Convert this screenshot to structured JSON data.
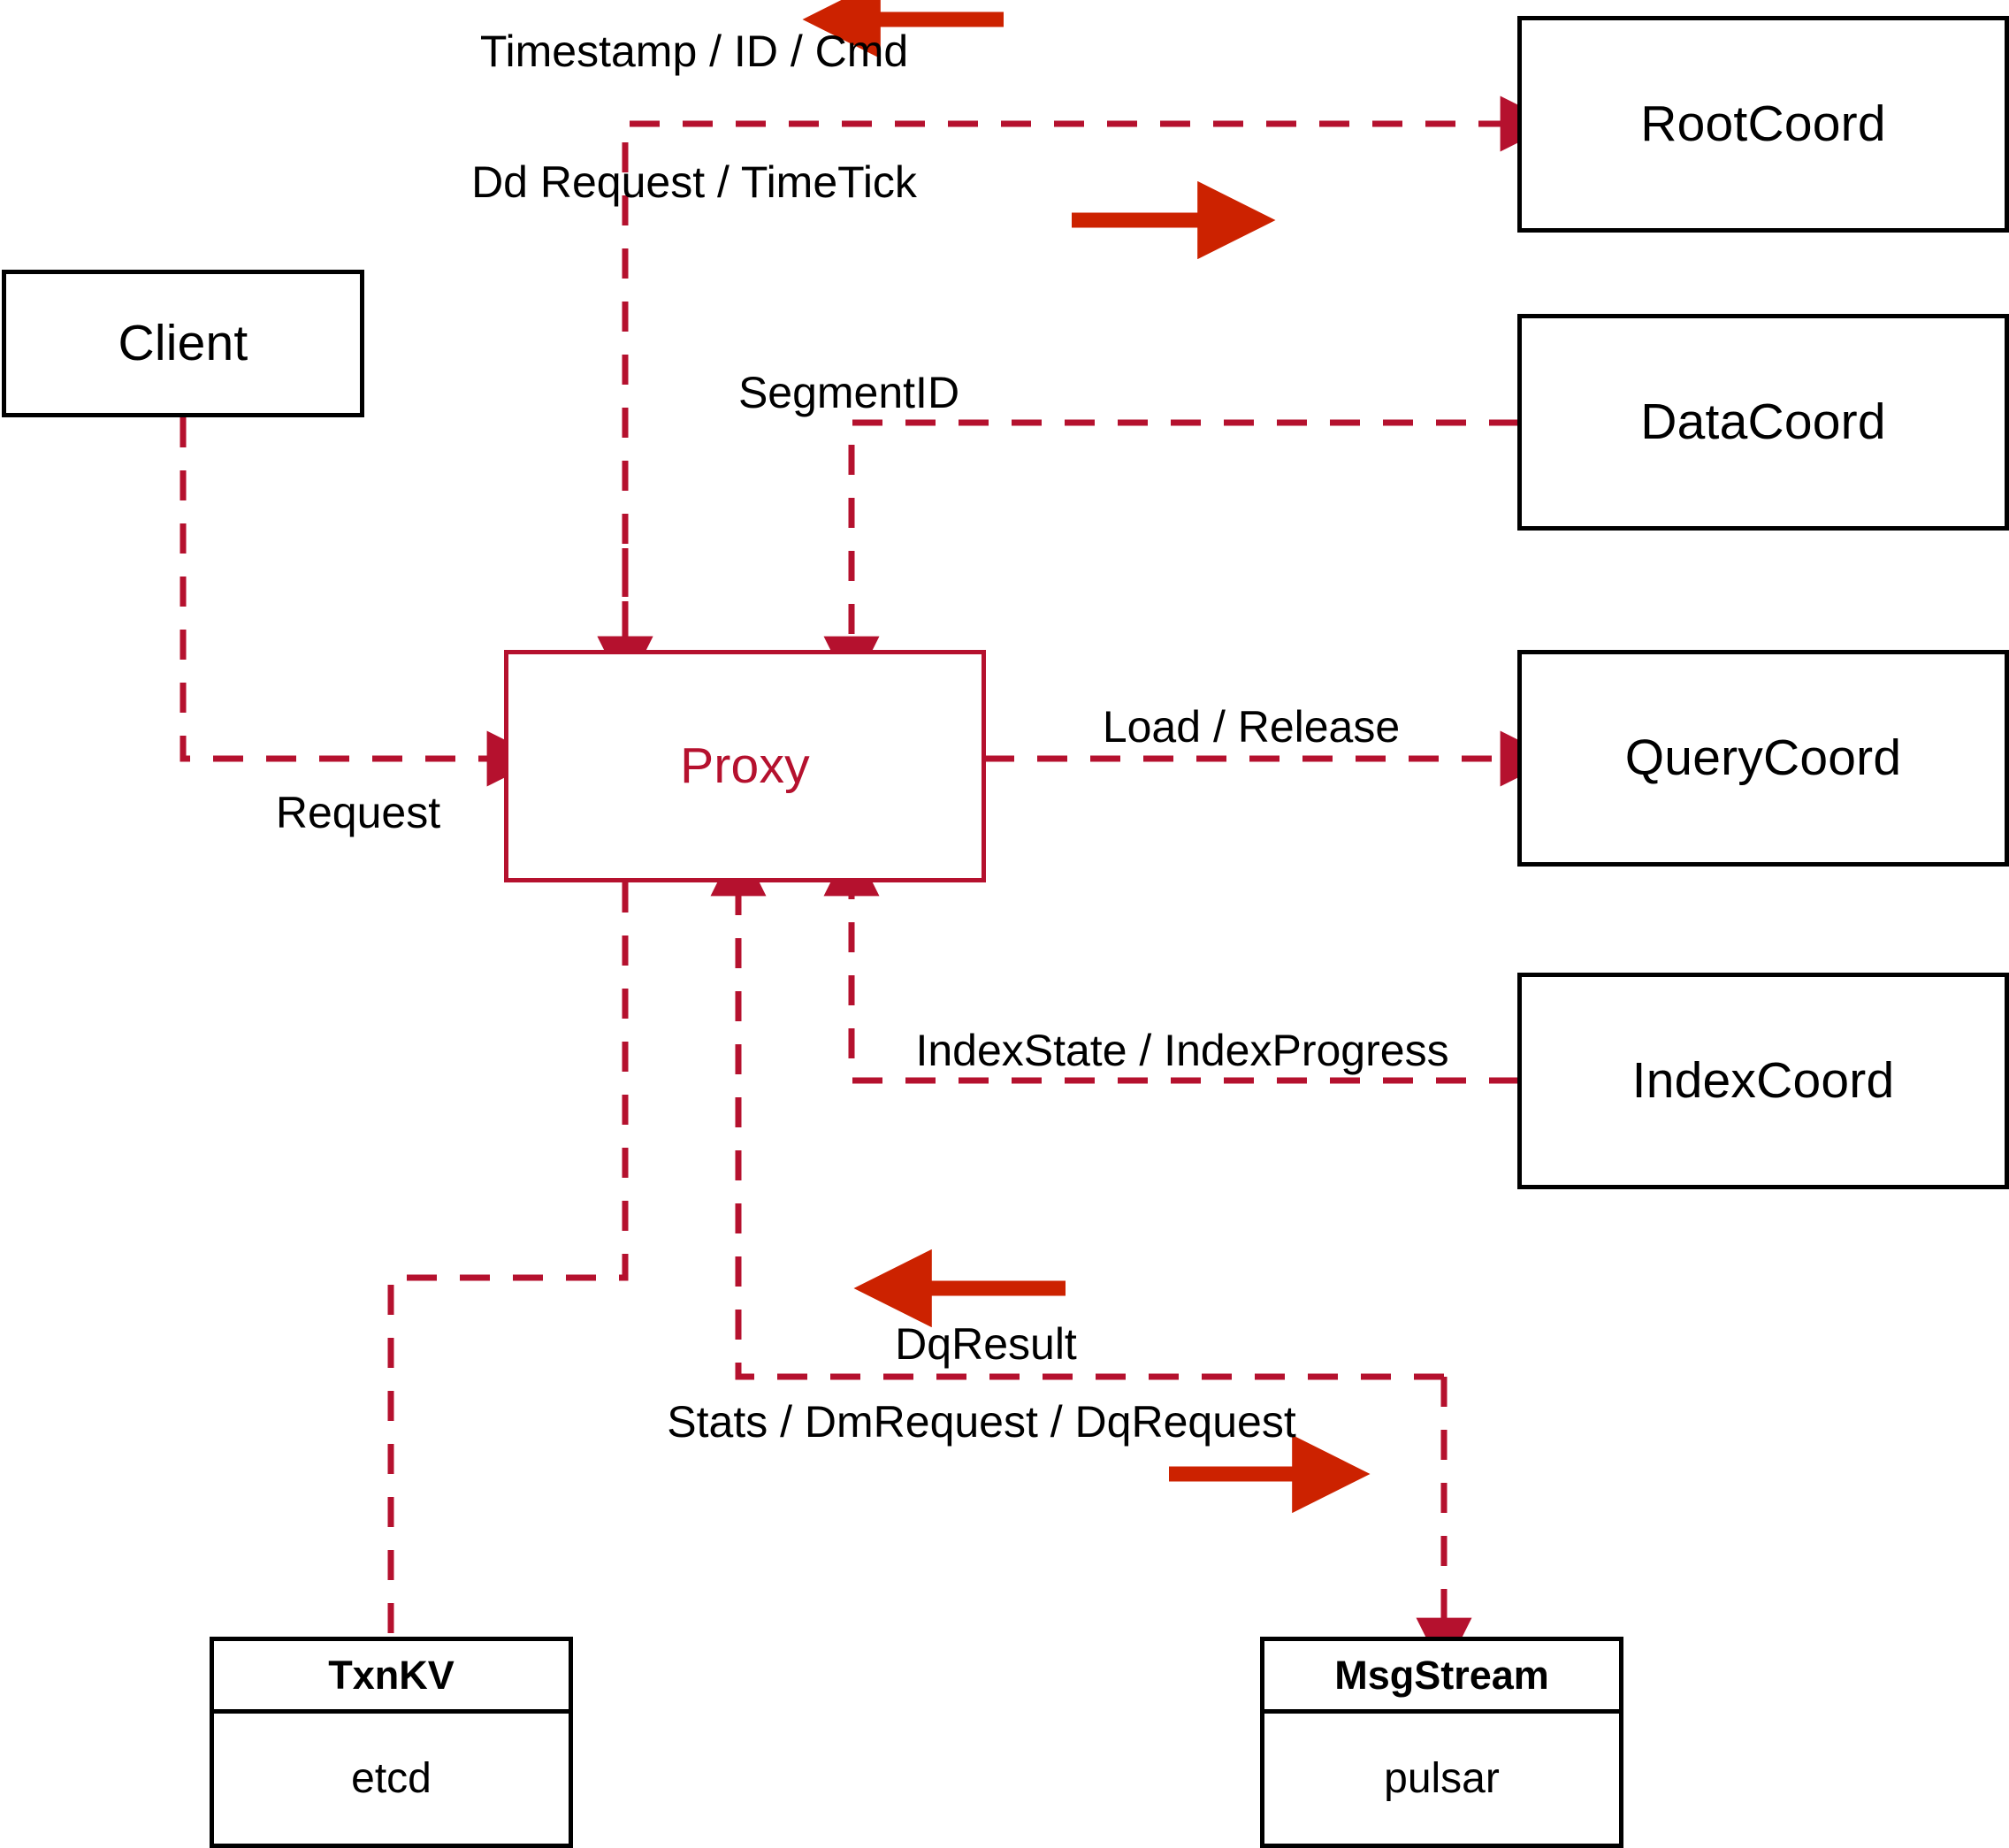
{
  "diagram": {
    "title": "Milvus Proxy interaction diagram",
    "colors": {
      "dashed_edge": "#b5112e",
      "solid_arrow": "#cc2200",
      "node_border": "#000000",
      "proxy_border": "#b5112e",
      "proxy_text": "#b5112e",
      "background": "#ffffff"
    }
  },
  "nodes": {
    "client": {
      "label": "Client"
    },
    "proxy": {
      "label": "Proxy"
    },
    "root_coord": {
      "label": "RootCoord"
    },
    "data_coord": {
      "label": "DataCoord"
    },
    "query_coord": {
      "label": "QueryCoord"
    },
    "index_coord": {
      "label": "IndexCoord"
    },
    "txn_kv": {
      "header": "TxnKV",
      "body": "etcd"
    },
    "msg_stream": {
      "header": "MsgStream",
      "body": "pulsar"
    }
  },
  "edges": [
    {
      "id": "timestamp-id-cmd",
      "label": "Timestamp / ID / Cmd",
      "direction": "left"
    },
    {
      "id": "dd-request-timetick",
      "label": "Dd Request / TimeTick",
      "direction": "right"
    },
    {
      "id": "segment-id",
      "label": "SegmentID",
      "direction": "left"
    },
    {
      "id": "load-release",
      "label": "Load / Release",
      "direction": "right"
    },
    {
      "id": "index-state-progress",
      "label": "IndexState / IndexProgress",
      "direction": "left"
    },
    {
      "id": "request",
      "label": "Request",
      "direction": "right"
    },
    {
      "id": "dq-result",
      "label": "DqResult",
      "direction": "left"
    },
    {
      "id": "stats-dm-dq-request",
      "label": "Stats / DmRequest / DqRequest",
      "direction": "right"
    }
  ]
}
